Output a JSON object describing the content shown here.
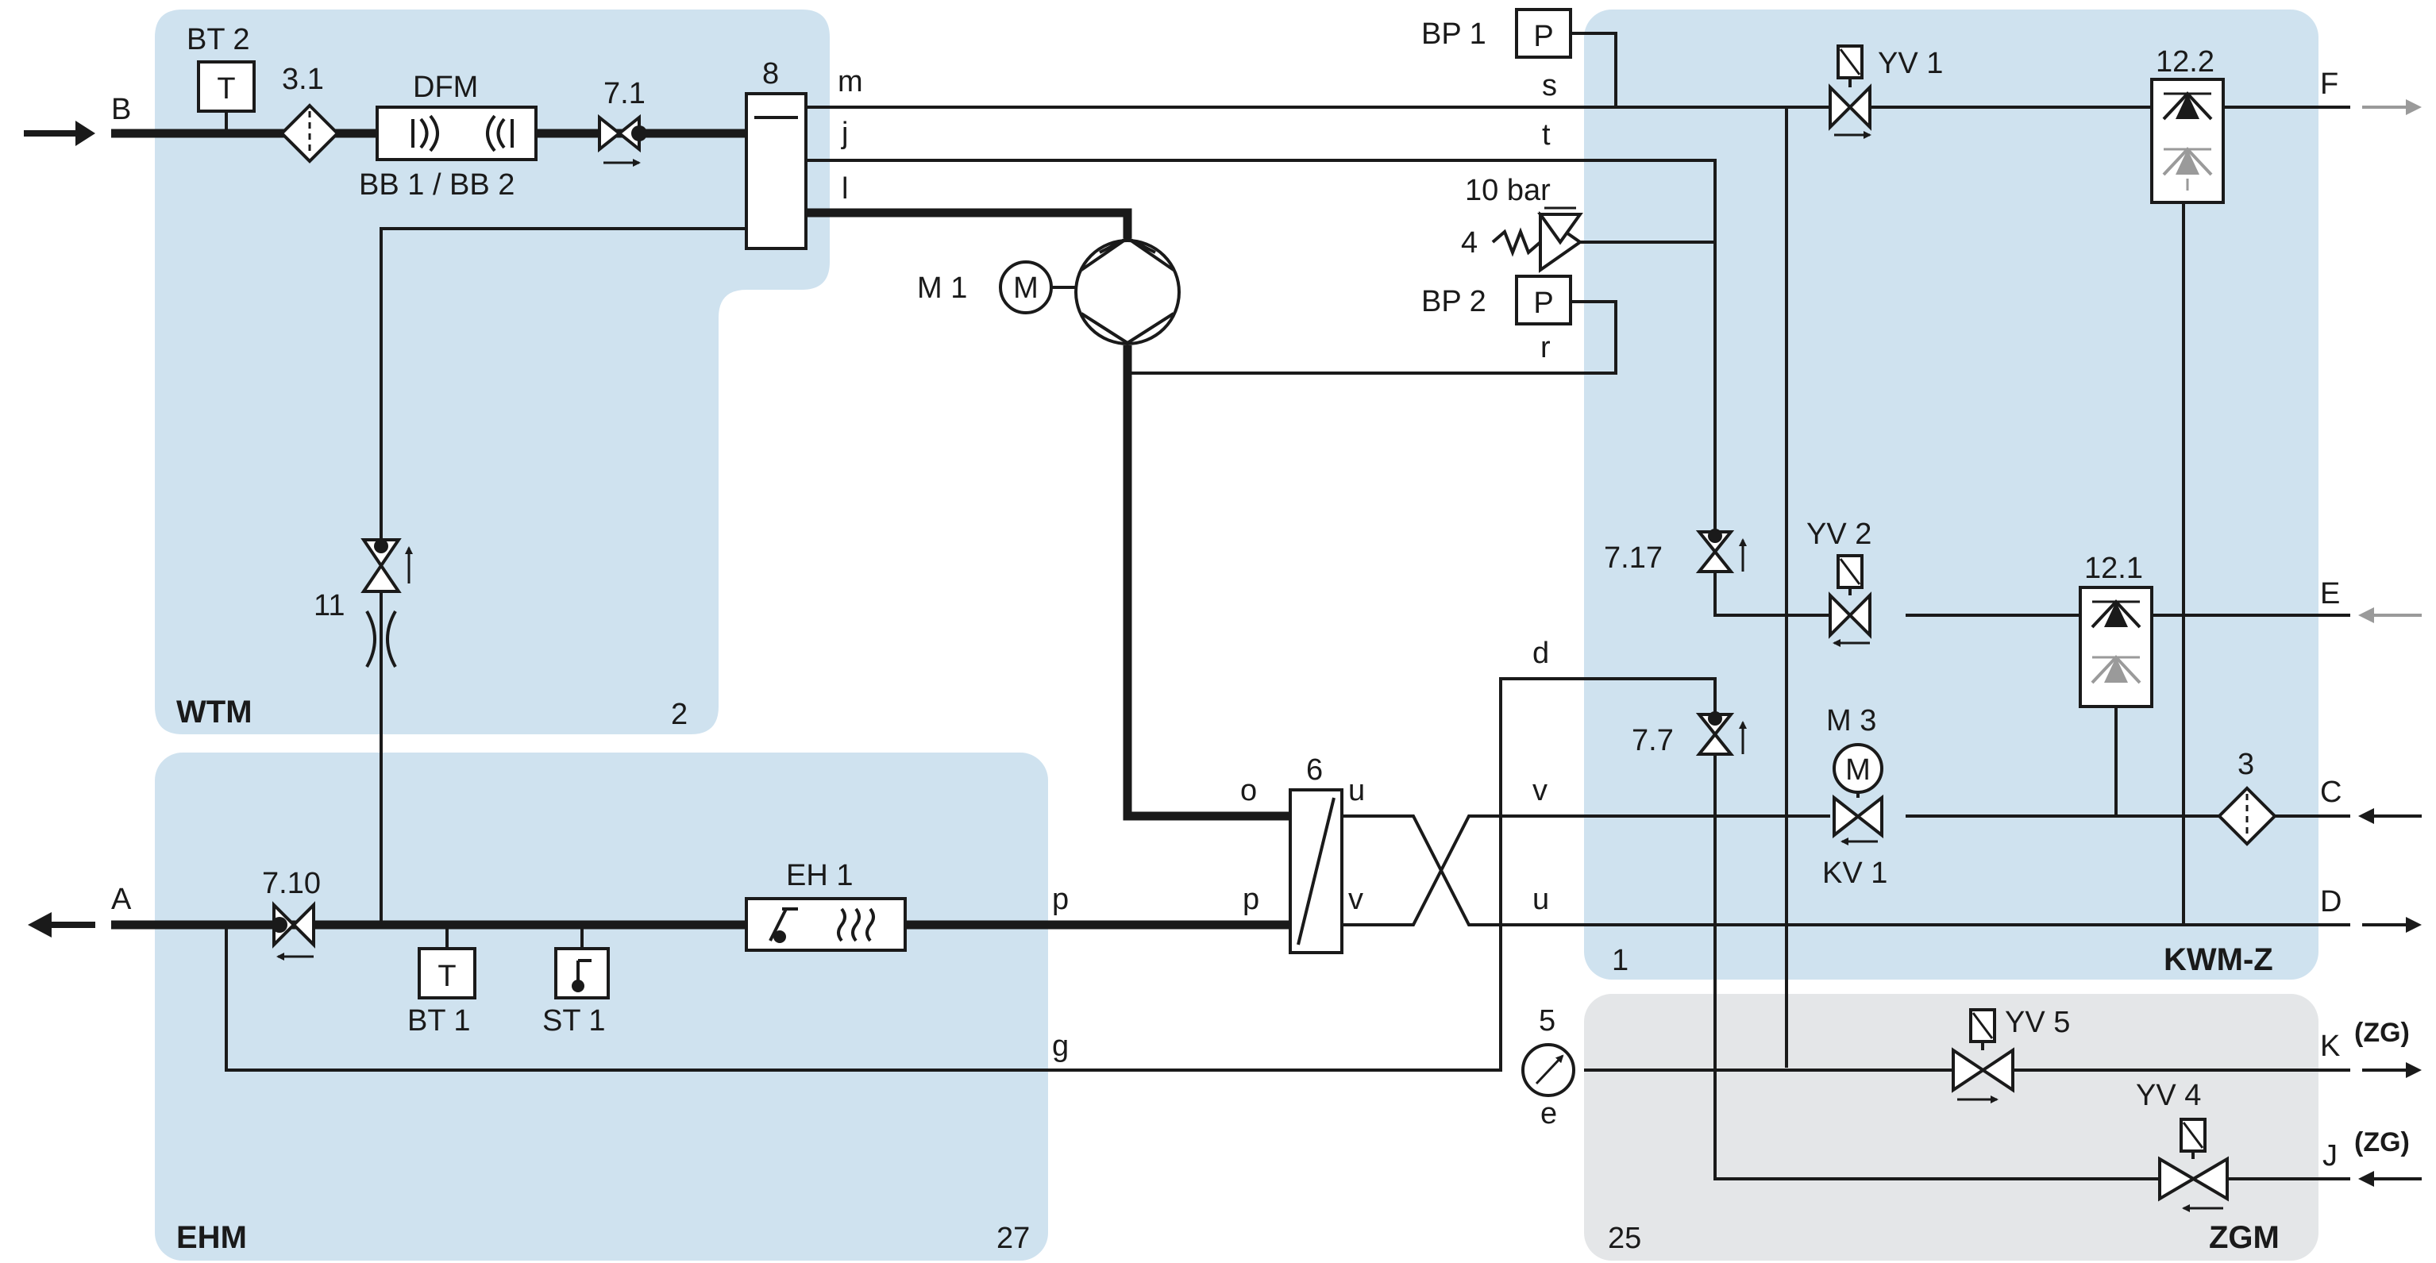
{
  "zones": {
    "wtm": {
      "name": "WTM",
      "number": "2"
    },
    "ehm": {
      "name": "EHM",
      "number": "27"
    },
    "kwm": {
      "name": "KWM-Z",
      "number": "1"
    },
    "zgm": {
      "name": "ZGM",
      "number": "25"
    }
  },
  "components": {
    "bt2": "BT 2",
    "bt2_symbol": "T",
    "f31": "3.1",
    "dfm": "DFM",
    "bb": "BB 1 / BB 2",
    "v71": "7.1",
    "d8": "8",
    "m1": "M 1",
    "m1_symbol": "M",
    "bp1": "BP 1",
    "bp1_symbol": "P",
    "bp2": "BP 2",
    "bp2_symbol": "P",
    "sv_press": "10 bar",
    "sv_num": "4",
    "yv1": "YV 1",
    "yv2": "YV 2",
    "yv4": "YV 4",
    "yv5": "YV 5",
    "f122": "12.2",
    "f121": "12.1",
    "v717": "7.17",
    "v77": "7.7",
    "m3": "M 3",
    "m3_symbol": "M",
    "kv1": "KV 1",
    "f3": "3",
    "hx6": "6",
    "v11": "11",
    "v710": "7.10",
    "eh1": "EH 1",
    "bt1": "BT 1",
    "bt1_symbol": "T",
    "st1": "ST 1",
    "g5": "5"
  },
  "pipes": {
    "m": "m",
    "j": "j",
    "l": "l",
    "s": "s",
    "t": "t",
    "r": "r",
    "d": "d",
    "v1": "v",
    "u1": "u",
    "o": "o",
    "u2": "u",
    "p1": "p",
    "v2": "v",
    "p2": "p",
    "g": "g",
    "e": "e"
  },
  "ports": {
    "A": "A",
    "B": "B",
    "C": "C",
    "D": "D",
    "E": "E",
    "F": "F",
    "K": "K",
    "J": "J",
    "zg_k": "(ZG)",
    "zg_j": "(ZG)"
  }
}
